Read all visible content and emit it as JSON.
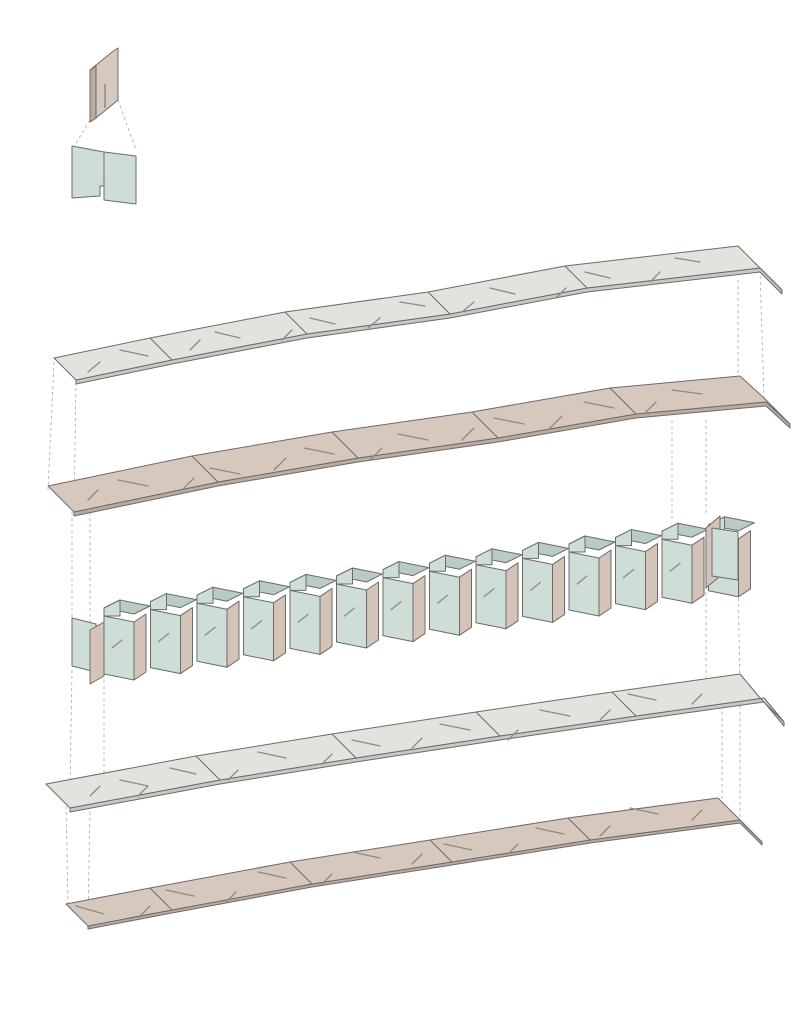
{
  "colors": {
    "background": "#ffffff",
    "plywood_light": "#e3e2dd",
    "plywood_light_edge": "#c9c8c3",
    "plywood_tan": "#d7c8bd",
    "plywood_tan_edge": "#bcaa9d",
    "fin_green": "#cfddd7",
    "fin_green_side": "#b9cbc3",
    "fin_tan_side": "#d4c4b8",
    "line": "#6b6b6b",
    "guide_line": "#a8a8a8"
  },
  "diagram": {
    "kind": "exploded-axonometric",
    "components": [
      {
        "name": "detail-tan-fin",
        "material": "plywood_tan"
      },
      {
        "name": "detail-green-fin",
        "material": "fin_green"
      },
      {
        "name": "top-light-panel",
        "material": "plywood_light"
      },
      {
        "name": "top-tan-panel",
        "material": "plywood_tan"
      },
      {
        "name": "fin-core-row",
        "material": "fin_green"
      },
      {
        "name": "bottom-light-panel",
        "material": "plywood_light"
      },
      {
        "name": "bottom-tan-panel",
        "material": "plywood_tan"
      }
    ]
  }
}
